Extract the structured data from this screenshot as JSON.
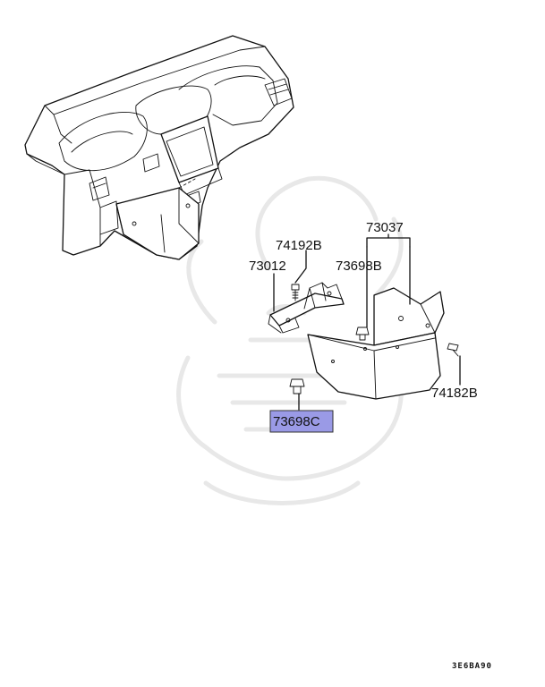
{
  "parts": {
    "p73037": "73037",
    "p74192B": "74192B",
    "p73012": "73012",
    "p73698B": "73698B",
    "p74182B": "74182B",
    "p73698C": "73698C"
  },
  "highlight_color": "#9a9ae6",
  "diagram_ref": "3E6BA90"
}
